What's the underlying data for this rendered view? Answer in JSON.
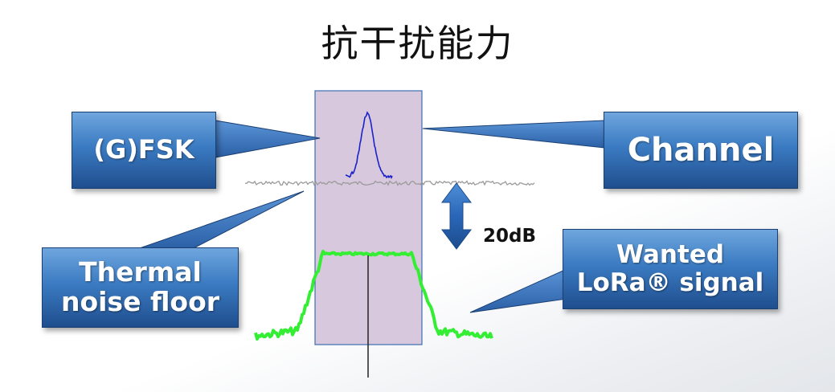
{
  "title": "抗干扰能力",
  "callouts": {
    "fsk": "(G)FSK",
    "channel": "Channel",
    "thermal": "Thermal\nnoise floor",
    "lora": "Wanted\nLoRa® signal"
  },
  "level_difference": "20dB",
  "colors": {
    "callout_fill": "#2f6db3",
    "channel_fill": "#d8c8dd",
    "fsk_trace": "#1a22c8",
    "lora_trace": "#33ee33",
    "noise_trace": "#9a9a9a",
    "arrow": "#2a66b8"
  }
}
